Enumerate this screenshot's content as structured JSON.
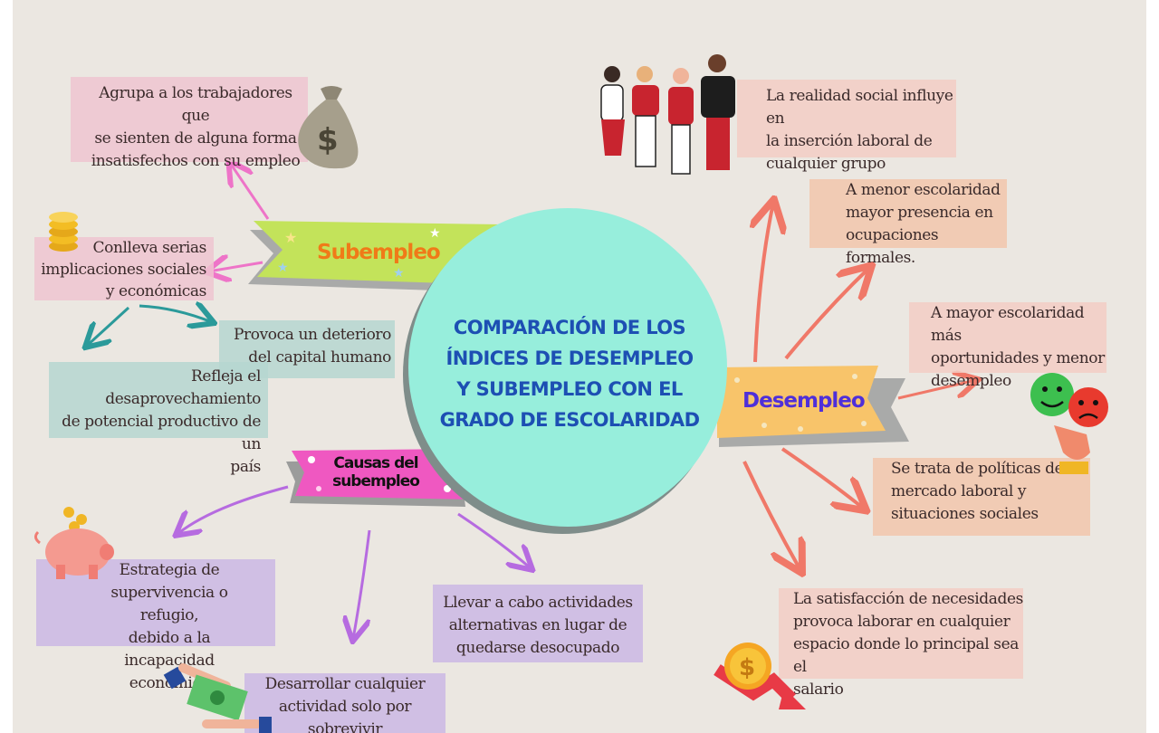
{
  "center": {
    "title": "COMPARACIÓN DE LOS ÍNDICES DE DESEMPLEO Y SUBEMPLEO CON EL GRADO DE ESCOLARIDAD"
  },
  "branches": {
    "subempleo": {
      "label": "Subempleo",
      "color": "#f07a18"
    },
    "desempleo": {
      "label": "Desempleo",
      "color": "#4f2fd9"
    },
    "causas": {
      "label": "Causas del\nsubempleo",
      "color": "#111111"
    }
  },
  "notes": {
    "agrupa": "Agrupa a los trabajadores que\nse sienten de alguna forma\ninsatisfechos con su empleo",
    "conlleva": "Conlleva serias\nimplicaciones sociales\ny económicas",
    "provoca": "Provoca un deterioro\ndel capital humano",
    "refleja": "Refleja el desaprovechamiento\nde potencial productivo de un\npaís",
    "estrategia": "Estrategia de\nsupervivencia o refugio,\ndebido a la incapacidad\neconómica",
    "desarrollar": "Desarrollar cualquier\nactividad solo por\nsobrevivir",
    "llevar": "Llevar a cabo actividades\nalternativas en lugar de\nquedarse desocupado",
    "realidad": "La realidad social influye en\nla inserción laboral de\ncualquier grupo",
    "menor": "A menor escolaridad\nmayor presencia en\nocupaciones formales.",
    "mayor": "A mayor escolaridad más\noportunidades y menor\ndesempleo",
    "politicas": "Se trata de políticas del\nmercado laboral y\nsituaciones sociales",
    "satisfaccion": "La satisfacción de necesidades\nprovoca laborar en cualquier\nespacio donde lo principal sea el\nsalario"
  },
  "icons": [
    "money-bag-icon",
    "coin-stack-icon",
    "piggy-bank-icon",
    "cash-handoff-icon",
    "people-group-icon",
    "smiley-faces-icon",
    "falling-dollar-icon"
  ]
}
